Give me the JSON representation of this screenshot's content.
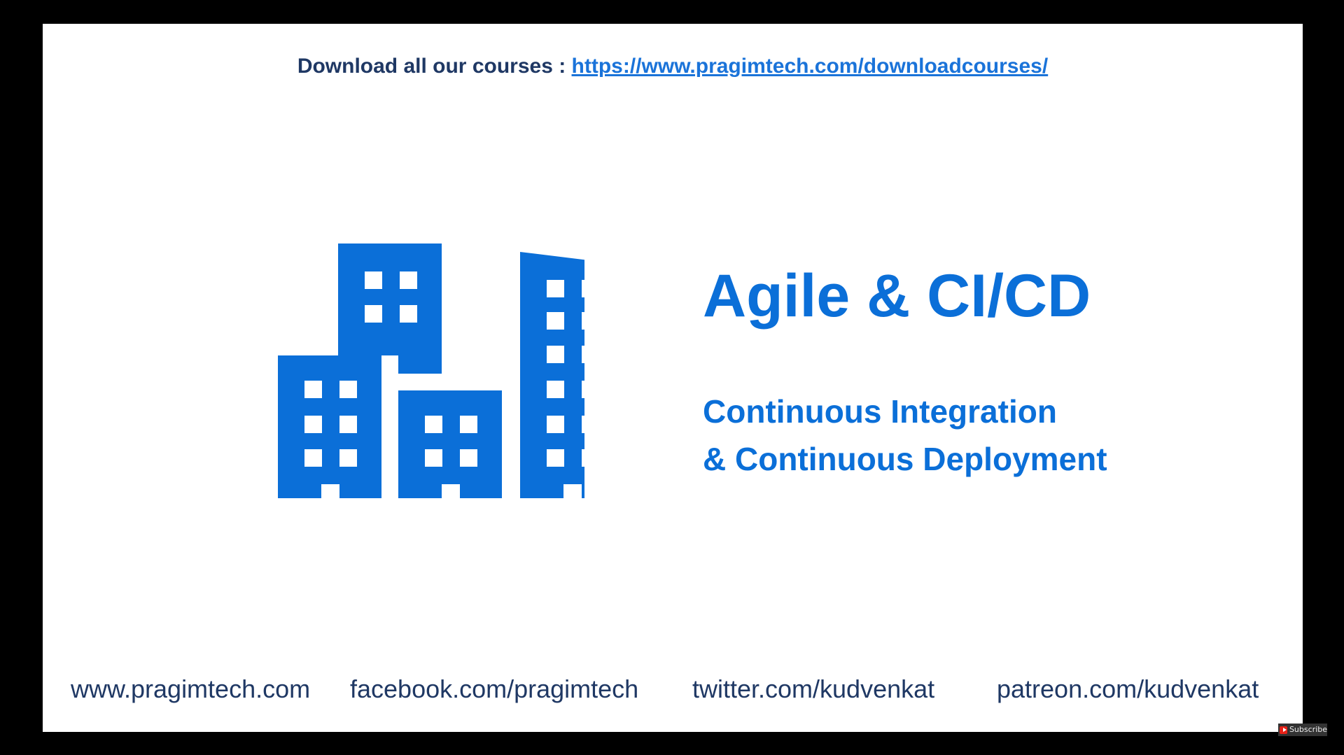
{
  "header": {
    "download_label": "Download all our courses : ",
    "download_link": "https://www.pragimtech.com/downloadcourses/"
  },
  "main": {
    "title": "Agile & CI/CD",
    "subtitle_line1": "Continuous Integration",
    "subtitle_line2": "& Continuous Deployment"
  },
  "footer": {
    "website": "www.pragimtech.com",
    "facebook": "facebook.com/pragimtech",
    "twitter": "twitter.com/kudvenkat",
    "patreon": "patreon.com/kudvenkat"
  },
  "overlay": {
    "subscribe_label": "Subscribe",
    "icon": "youtube-icon"
  },
  "colors": {
    "accent": "#0b6fd8",
    "dark_text": "#1f3864",
    "link": "#1a73d9",
    "background": "#ffffff",
    "frame": "#000000"
  }
}
